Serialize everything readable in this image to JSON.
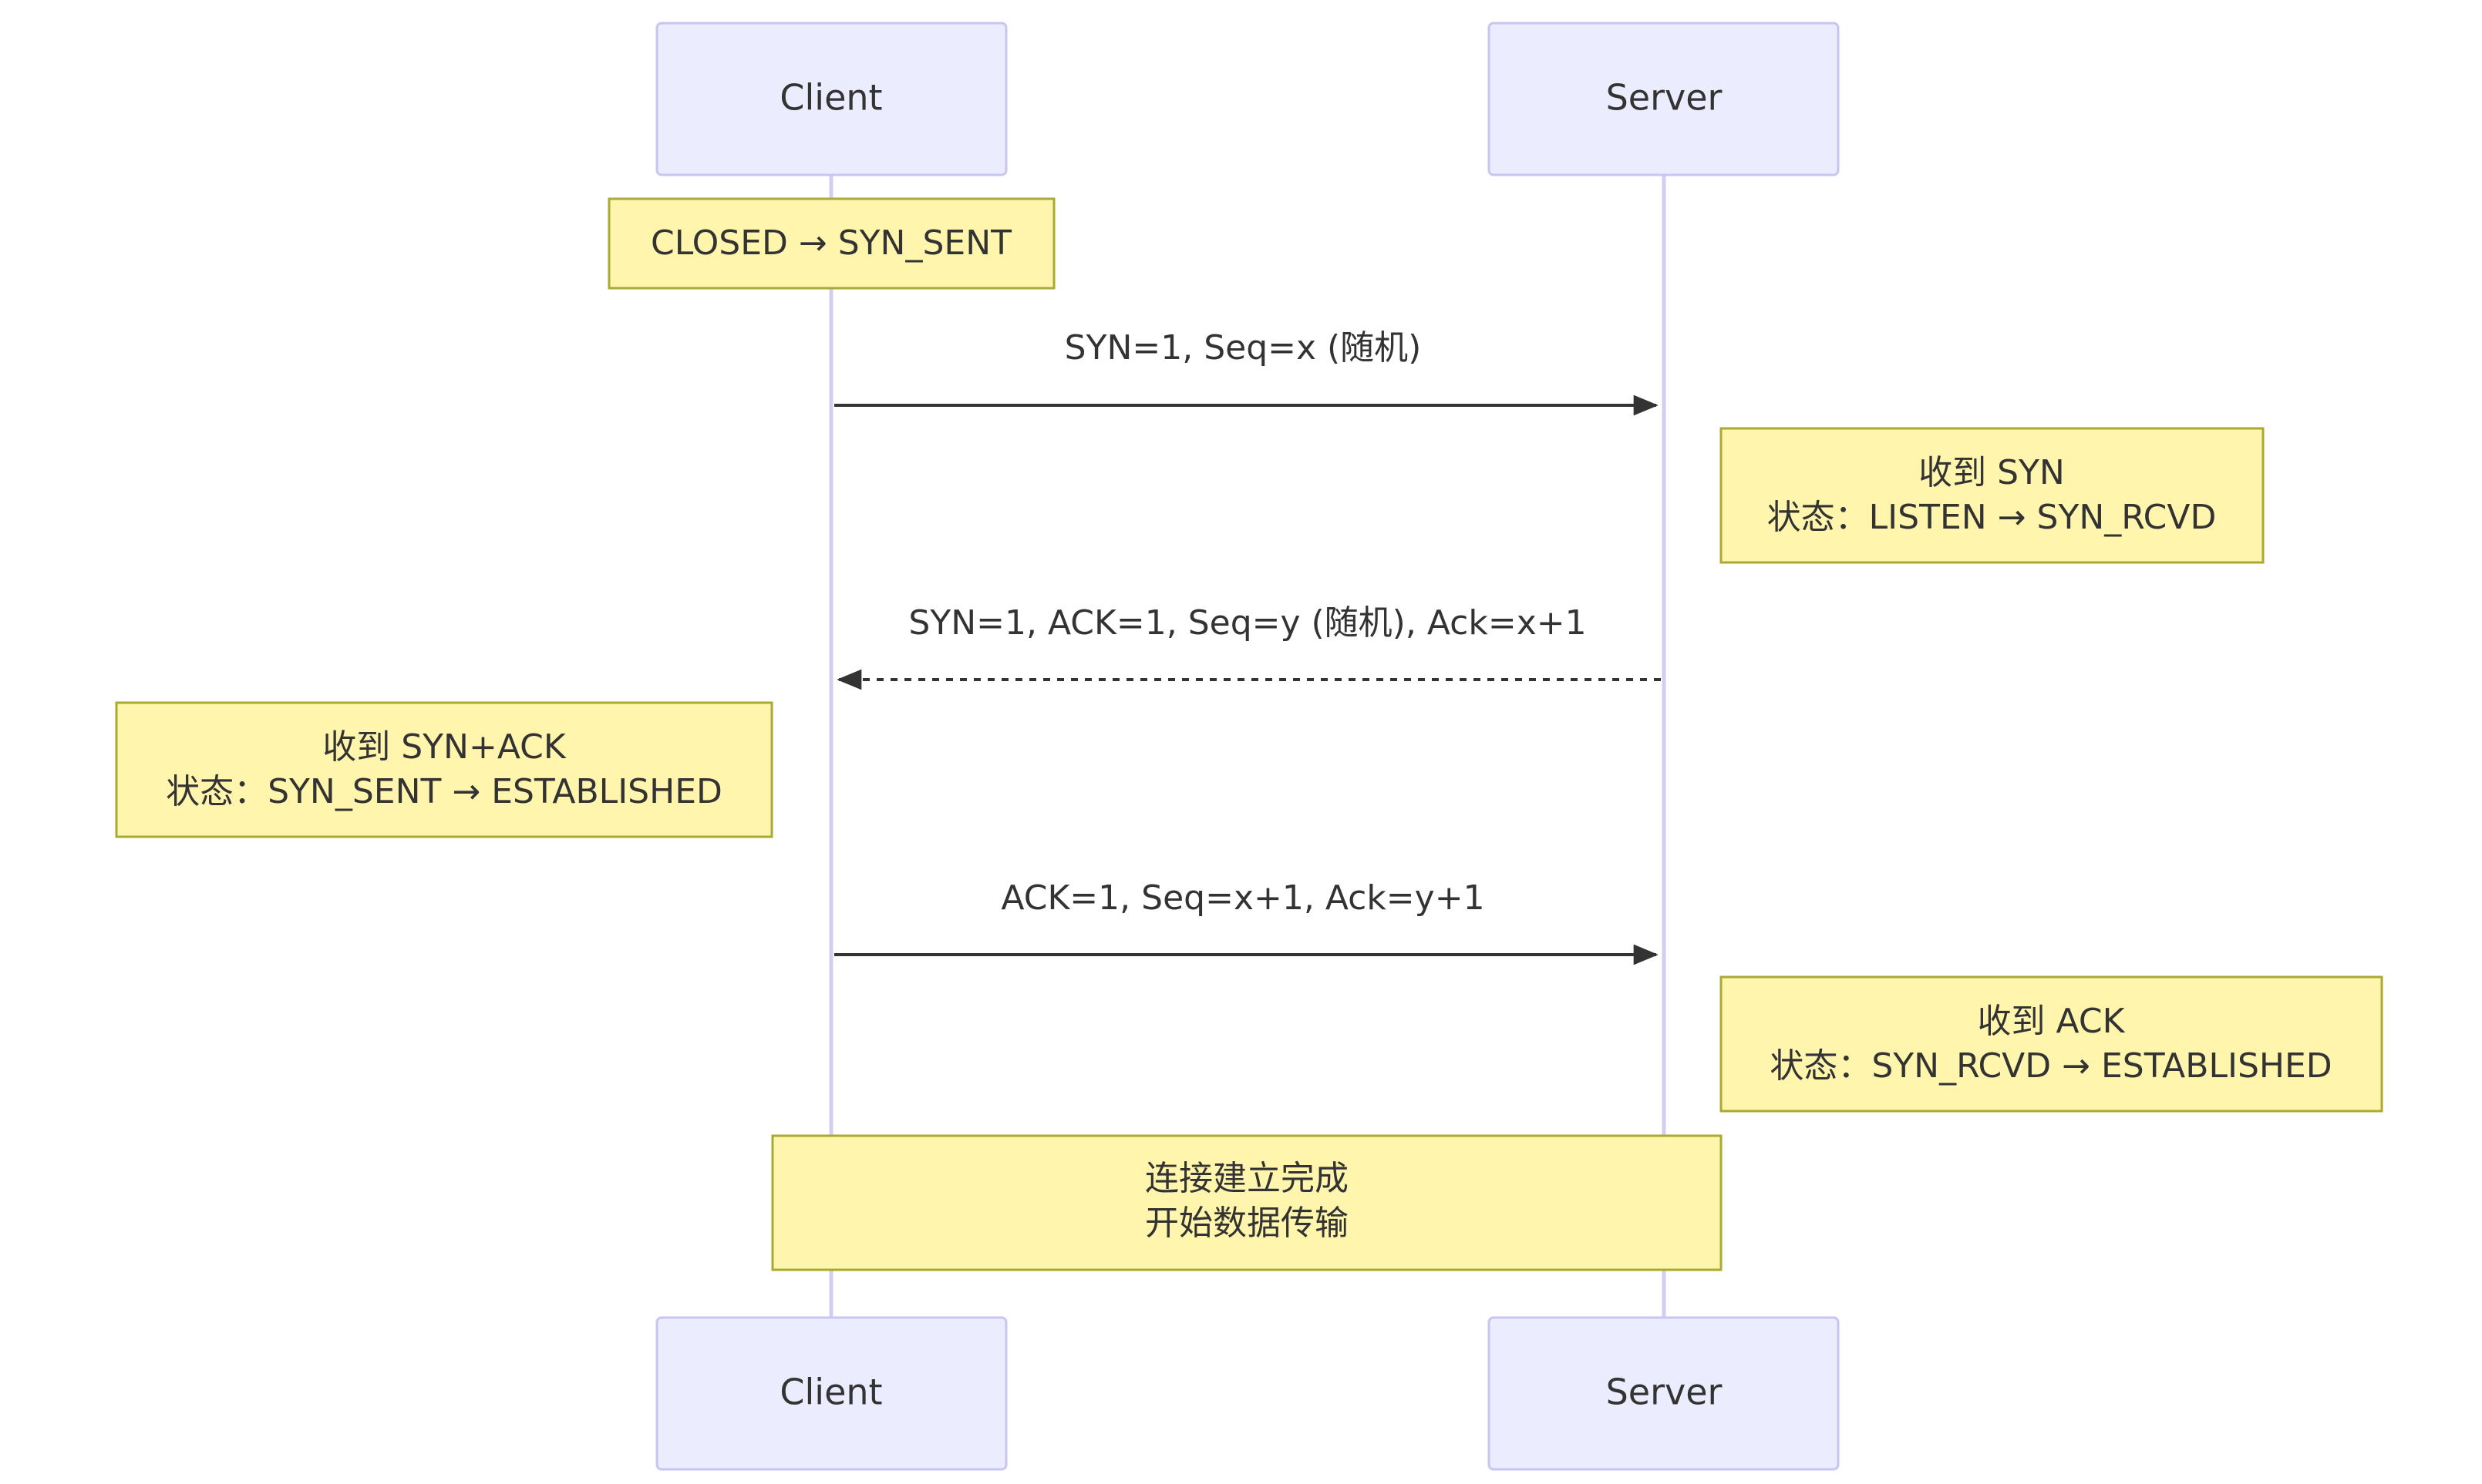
{
  "participants": {
    "client": "Client",
    "server": "Server"
  },
  "notes": {
    "client_initial_state": "CLOSED → SYN_SENT",
    "server_received_syn": [
      "收到 SYN",
      "状态：LISTEN → SYN_RCVD"
    ],
    "client_received_synack": [
      "收到 SYN+ACK",
      "状态：SYN_SENT → ESTABLISHED"
    ],
    "server_received_ack": [
      "收到 ACK",
      "状态：SYN_RCVD → ESTABLISHED"
    ],
    "connection_complete": [
      "连接建立完成",
      "开始数据传输"
    ]
  },
  "messages": [
    {
      "label": "SYN=1, Seq=x (随机)",
      "from": "client",
      "to": "server",
      "style": "solid"
    },
    {
      "label": "SYN=1, ACK=1, Seq=y (随机), Ack=x+1",
      "from": "server",
      "to": "client",
      "style": "dashed"
    },
    {
      "label": "ACK=1, Seq=x+1, Ack=y+1",
      "from": "client",
      "to": "server",
      "style": "solid"
    }
  ],
  "colors": {
    "actor_fill": "#ececff",
    "actor_border": "#c9c4f0",
    "note_fill": "#fff5ad",
    "note_border": "#aaaa33",
    "line": "#333333"
  }
}
